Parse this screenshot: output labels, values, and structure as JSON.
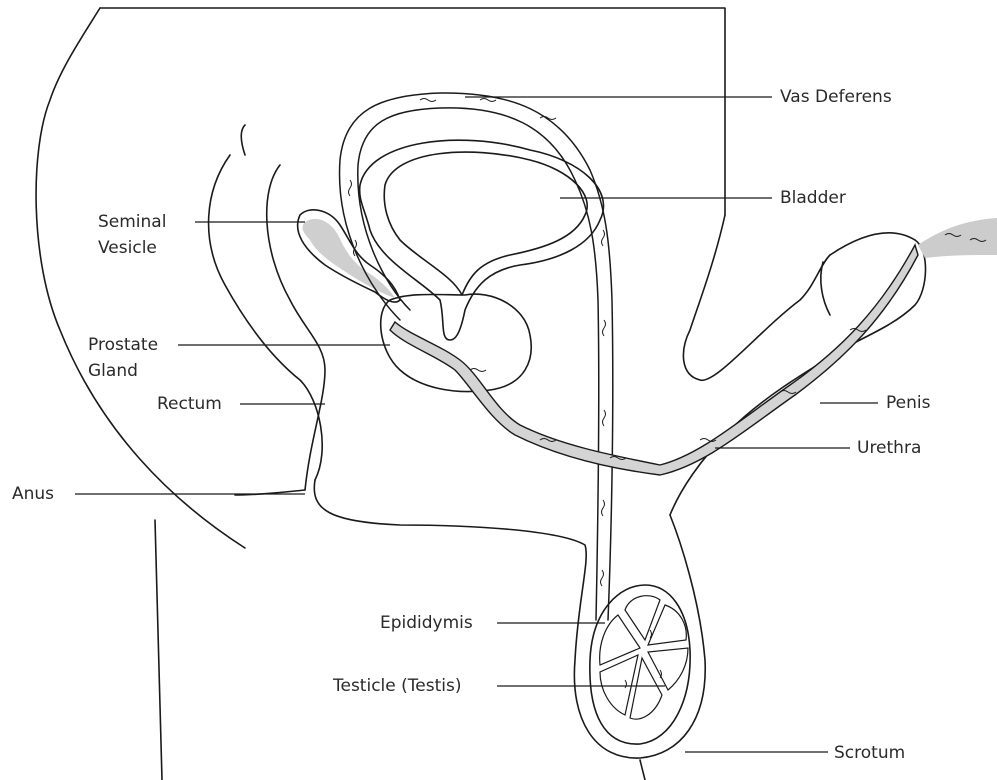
{
  "labels": {
    "vas_deferens": "Vas Deferens",
    "bladder": "Bladder",
    "seminal_vesicle_1": "Seminal",
    "seminal_vesicle_2": "Vesicle",
    "prostate_1": "Prostate",
    "prostate_2": "Gland",
    "rectum": "Rectum",
    "anus": "Anus",
    "penis": "Penis",
    "urethra": "Urethra",
    "epididymis": "Epididymis",
    "testicle": "Testicle (Testis)",
    "scrotum": "Scrotum"
  },
  "colors": {
    "outline": "#1a1a1a",
    "duct_fill": "#c8c8c8",
    "background": "#ffffff"
  }
}
